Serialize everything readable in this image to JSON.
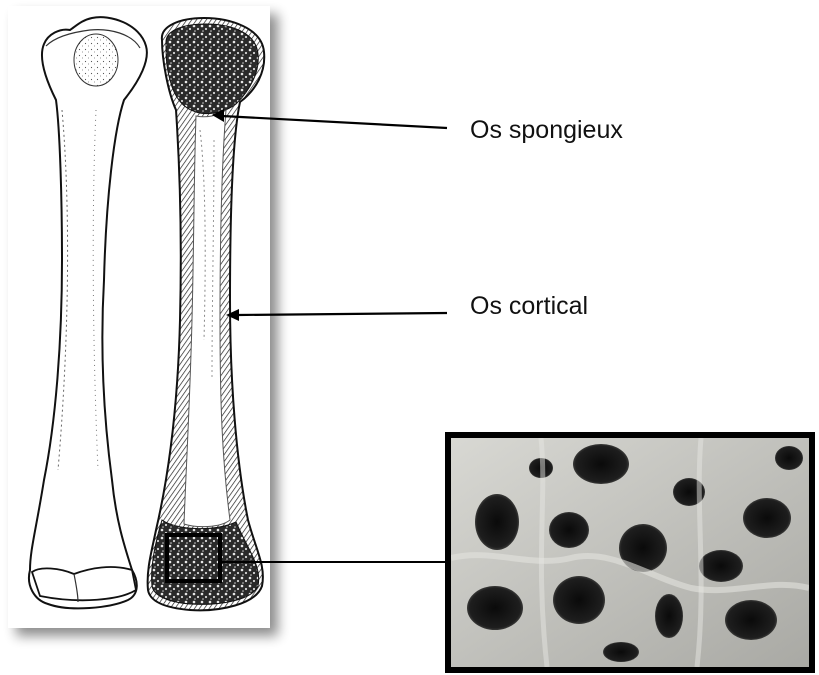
{
  "labels": {
    "spongy_bone": "Os spongieux",
    "cortical_bone": "Os cortical"
  },
  "icons": {
    "whole_bone": "humerus-external-view-illustration",
    "sectioned_bone": "humerus-longitudinal-section-illustration",
    "magnified_photo": "trabecular-bone-photo"
  },
  "colors": {
    "ink": "#111111",
    "bone": "#ffffff",
    "trabecular_photo": "#c4c4bf"
  }
}
